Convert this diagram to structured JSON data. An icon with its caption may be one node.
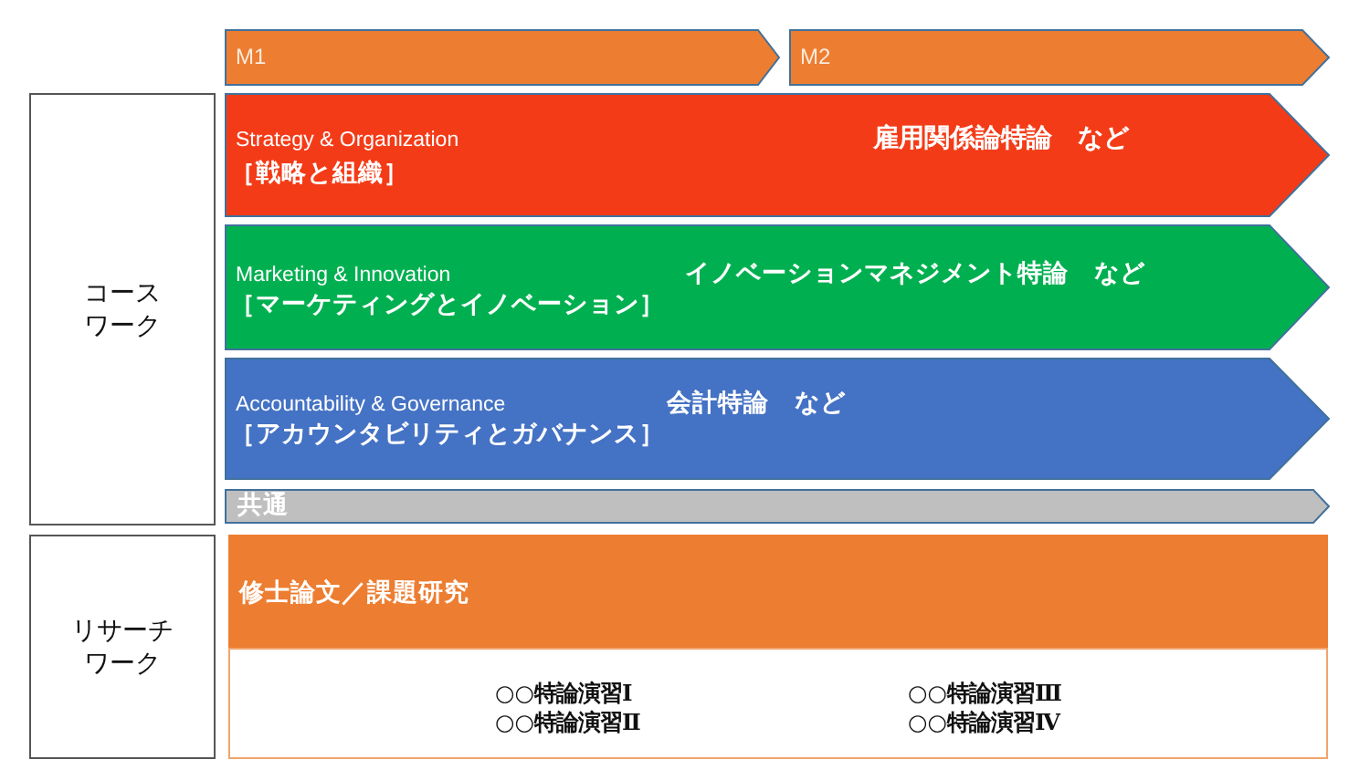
{
  "diagram": {
    "nodes": [
      {
        "text": [
          "M1"
        ]
      },
      {
        "text": [
          "M2"
        ]
      },
      {
        "text": [
          "コースワーク"
        ]
      },
      {
        "text": [
          "Strategy & Organization",
          "［戦略と組織］",
          "雇用関係論特論　など"
        ]
      },
      {
        "text": [
          "Marketing & Innovation",
          "［マーケティングとイノベーション］",
          "イノベーションマネジメント特論　など"
        ]
      },
      {
        "text": [
          "Accountability & Governance",
          "［アカウンタビリティとガバナンス］",
          "会計特論　など"
        ]
      },
      {
        "text": [
          "共通"
        ]
      },
      {
        "text": [
          "リサーチワーク"
        ]
      },
      {
        "text": [
          "修士論文／課題研究"
        ]
      },
      {
        "text": [
          "○○特論演習Ⅰ",
          "○○特論演習Ⅱ",
          "○○特論演習Ⅲ",
          "○○特論演習Ⅳ"
        ]
      }
    ]
  }
}
